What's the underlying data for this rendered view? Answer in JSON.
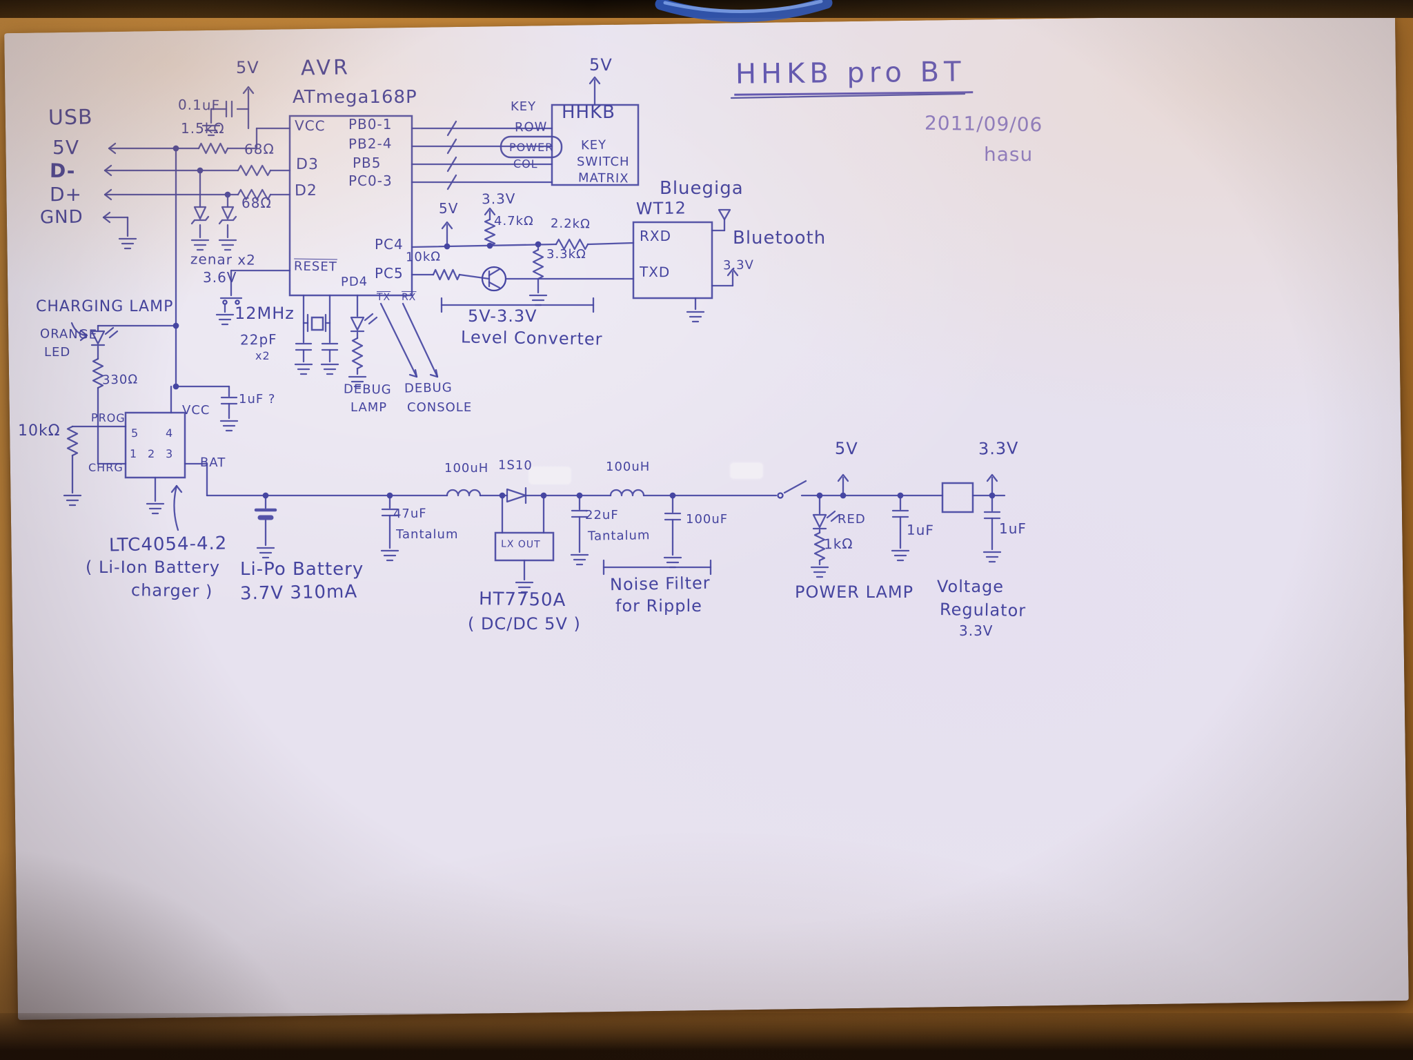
{
  "title": {
    "text": "HHKB pro BT",
    "date": "2011/09/06",
    "author": "hasu"
  },
  "usb": {
    "name": "USB",
    "pin_5v": "5V",
    "pin_dm": "D-",
    "pin_dp": "D+",
    "pin_gnd": "GND"
  },
  "input_power": {
    "v5": "5V",
    "cap": "0.1uF",
    "r_pullup": "1.5kΩ",
    "r_series1": "68Ω",
    "r_series2": "68Ω",
    "zener": "zenar x2",
    "zener_v": "3.6V"
  },
  "avr": {
    "name": "AVR",
    "part": "ATmega168P",
    "pin_vcc": "VCC",
    "pin_d3": "D3",
    "pin_d2": "D2",
    "pin_reset": "RESET",
    "pin_pb01": "PB0-1",
    "pin_pb24": "PB2-4",
    "pin_pb5": "PB5",
    "pin_pc03": "PC0-3",
    "pin_pc4": "PC4",
    "pin_pc5": "PC5",
    "pin_pd4": "PD4",
    "tx": "TX",
    "rx": "RX"
  },
  "clock": {
    "freq": "12MHz",
    "cap": "22pF",
    "qty": "x2"
  },
  "debug": {
    "lamp_l1": "DEBUG",
    "lamp_l2": "LAMP",
    "console_l1": "DEBUG",
    "console_l2": "CONSOLE"
  },
  "hhkb": {
    "v5": "5V",
    "key": "KEY",
    "row": "ROW",
    "power": "POWER",
    "col": "COL",
    "name": "HHKB",
    "key2": "KEY",
    "switch": "SWITCH",
    "matrix": "MATRIX"
  },
  "level_converter": {
    "v5": "5V",
    "v33": "3.3V",
    "r1": "4.7kΩ",
    "r2": "2.2kΩ",
    "r3": "3.3kΩ",
    "r4": "10kΩ",
    "range": "5V-3.3V",
    "name": "Level Converter"
  },
  "bluegiga": {
    "brand": "Bluegiga",
    "part": "WT12",
    "pin_rxd": "RXD",
    "pin_txd": "TXD",
    "antenna": "Bluetooth",
    "v33": "3.3V"
  },
  "charger": {
    "lamp": "CHARGING LAMP",
    "led_l1": "ORANGE",
    "led_l2": "LED",
    "r_led": "330Ω",
    "r_prog": "10kΩ",
    "pin_prog": "PROG",
    "pin_chrg": "CHRG",
    "pin_vcc": "VCC",
    "pin_bat": "BAT",
    "pin5": "5",
    "pin4": "4",
    "pin1": "1",
    "pin2": "2",
    "pin3": "3",
    "cap": "1uF ?",
    "part": "LTC4054-4.2",
    "desc_l1": "( Li-Ion Battery",
    "desc_l2": "charger )"
  },
  "battery": {
    "name": "Li-Po Battery",
    "spec": "3.7V 310mA"
  },
  "dcdc": {
    "l1": "100uH",
    "d1": "1S10",
    "l2": "100uH",
    "c_in": "47uF",
    "c_in_type": "Tantalum",
    "pin_lx_out": "LX OUT",
    "c_out": "22uF",
    "c_out_type": "Tantalum",
    "c_filter": "100uF",
    "part": "HT7750A",
    "desc": "( DC/DC 5V )",
    "filter_l1": "Noise Filter",
    "filter_l2": "for Ripple"
  },
  "output": {
    "v5": "5V",
    "led": "RED",
    "r_led": "1kΩ",
    "lamp": "POWER LAMP",
    "c1": "1uF",
    "c2": "1uF",
    "v33": "3.3V",
    "reg_l1": "Voltage",
    "reg_l2": "Regulator",
    "reg_l3": "3.3V"
  }
}
